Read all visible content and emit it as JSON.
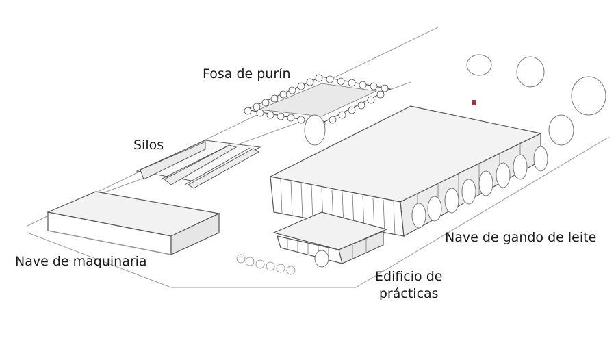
{
  "labels": {
    "fosa": "Fosa de purín",
    "silos": "Silos",
    "nave_maquinaria": "Nave de maquinaria",
    "nave_leite": "Nave de gando de leite",
    "edificio_line1": "Edificio de",
    "edificio_line2": "prácticas"
  },
  "colors": {
    "stroke": "#5a5a5a",
    "roof": "#f4f4f4",
    "wall": "#ffffff",
    "shadow": "#d9d9d9",
    "accent": "#a33"
  }
}
